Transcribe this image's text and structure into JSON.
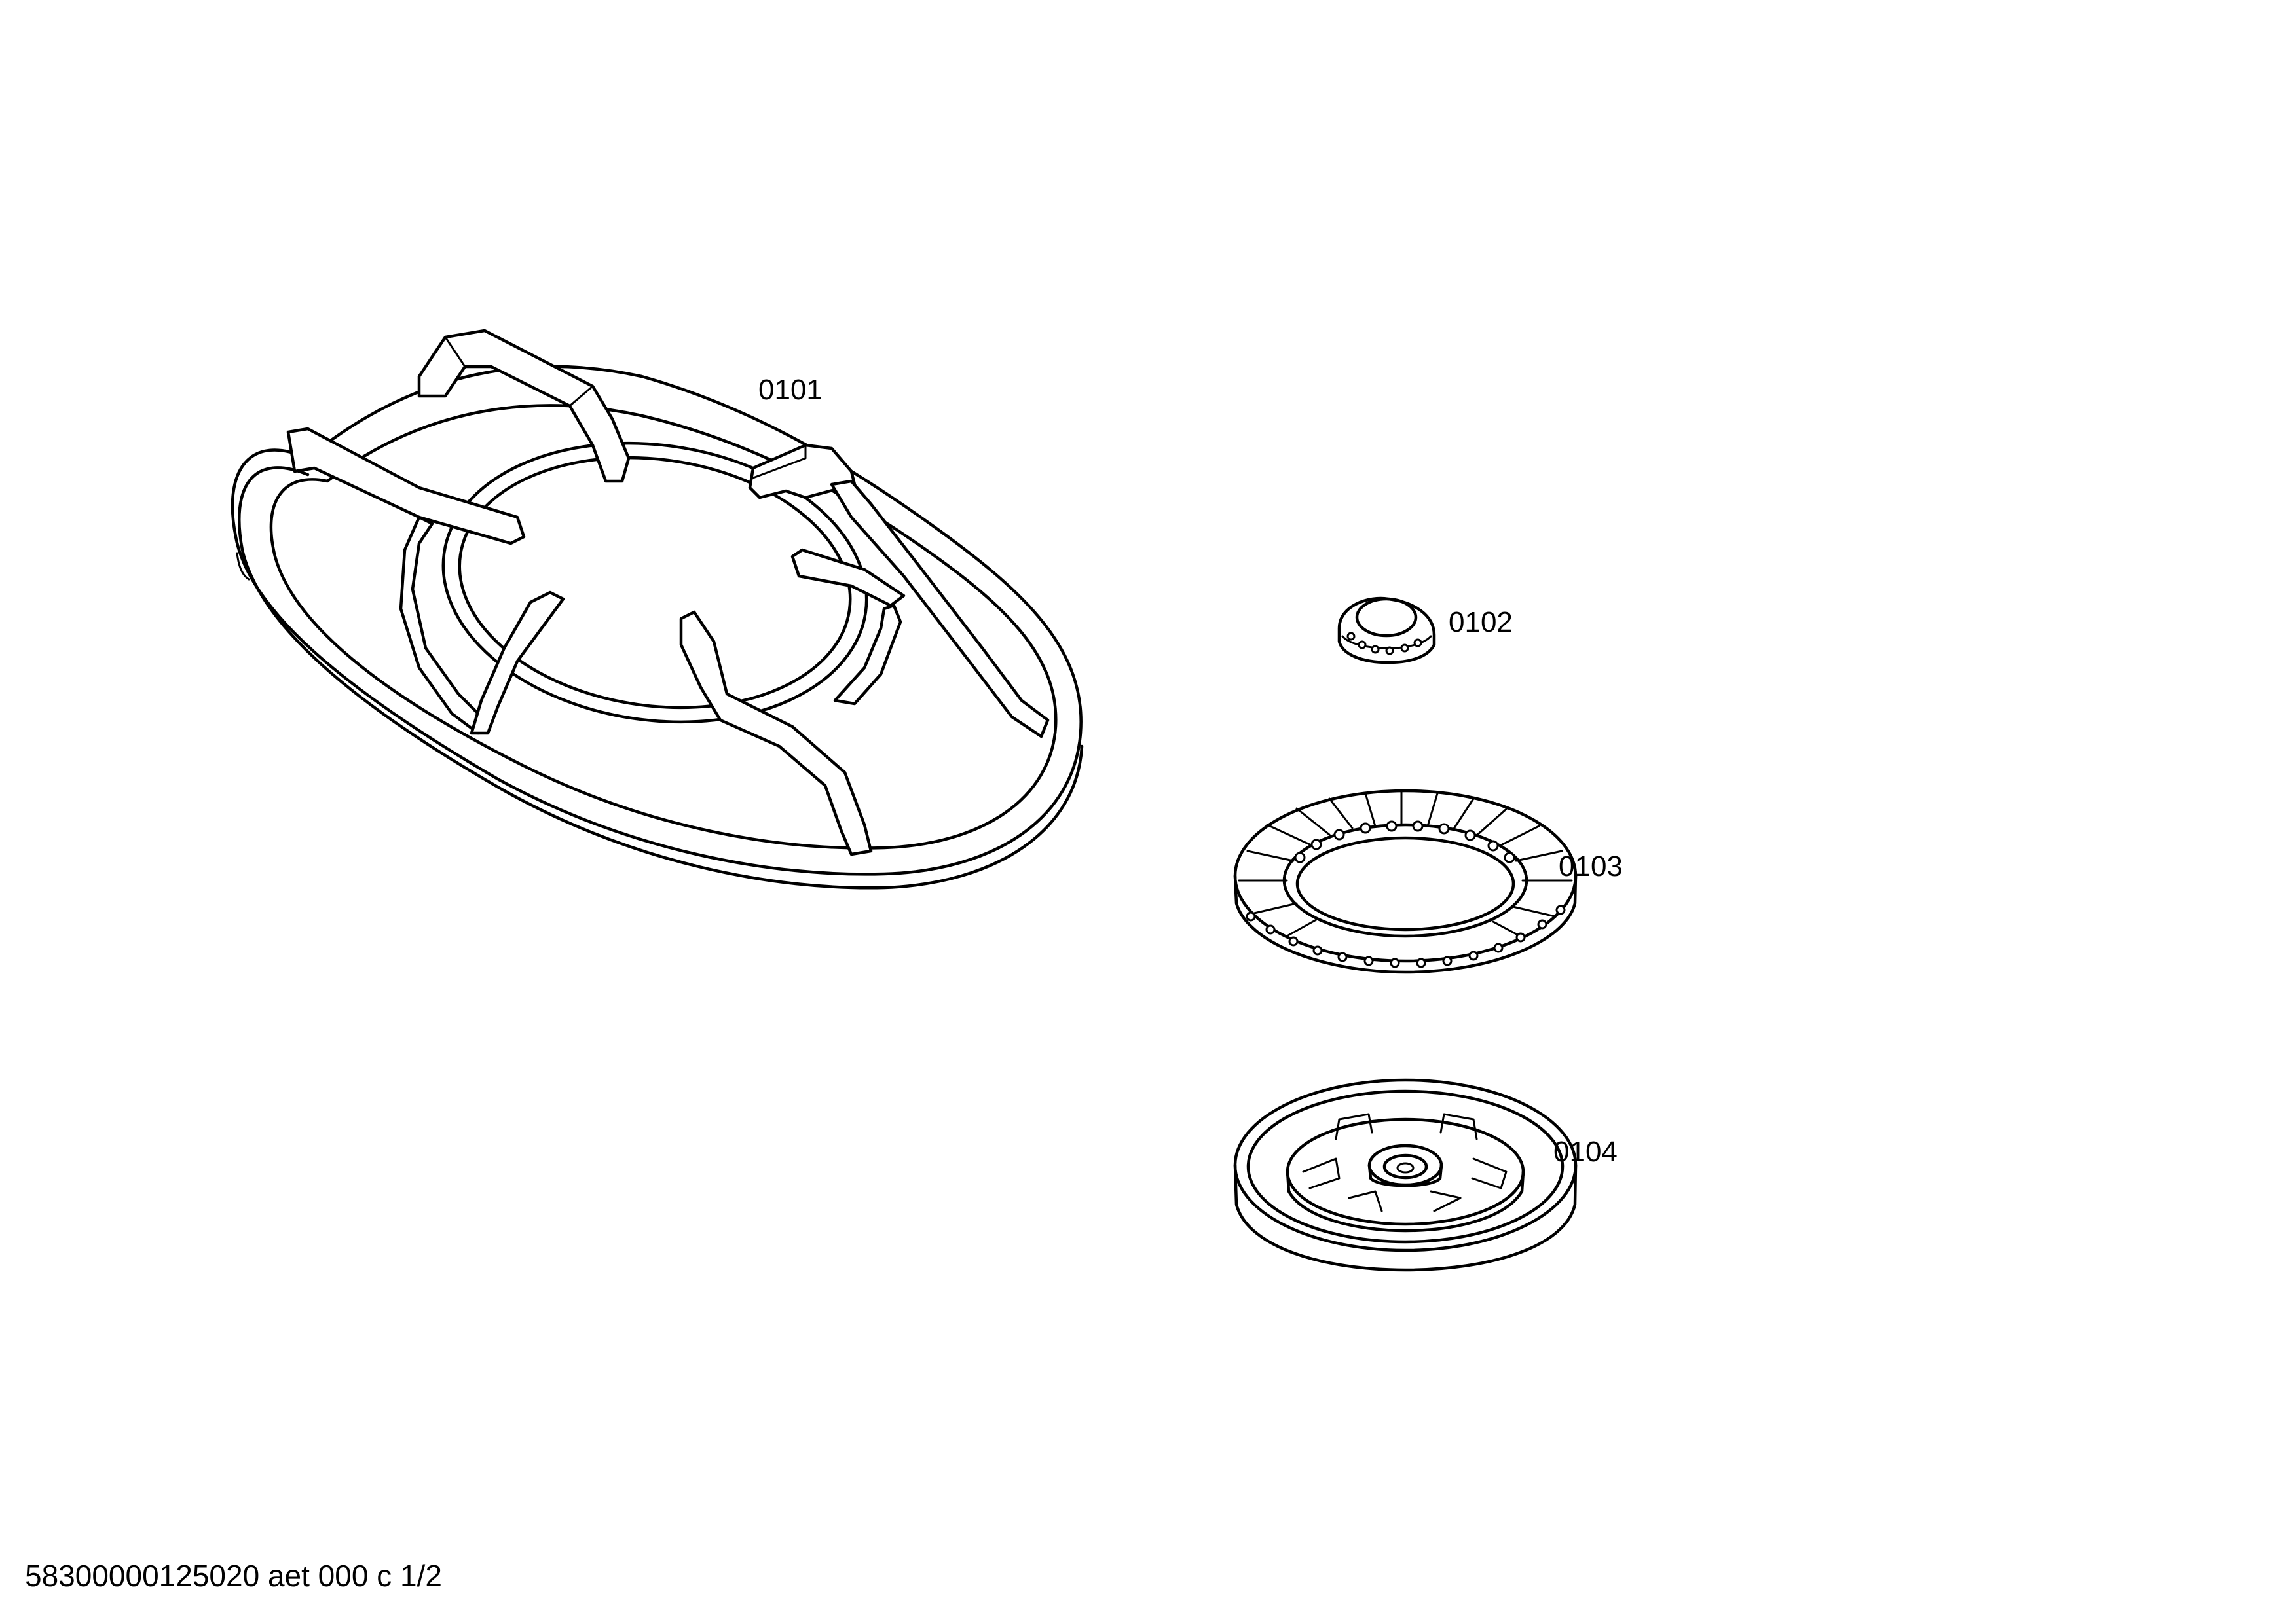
{
  "parts": [
    {
      "position": "0101",
      "name": "pan-support-grid"
    },
    {
      "position": "0102",
      "name": "burner-cap"
    },
    {
      "position": "0103",
      "name": "burner-crown"
    },
    {
      "position": "0104",
      "name": "burner-base"
    }
  ],
  "footer": {
    "document_code": "58300000125020 aet 000 c 1/2"
  },
  "colors": {
    "line": "#000000",
    "background": "#ffffff"
  }
}
